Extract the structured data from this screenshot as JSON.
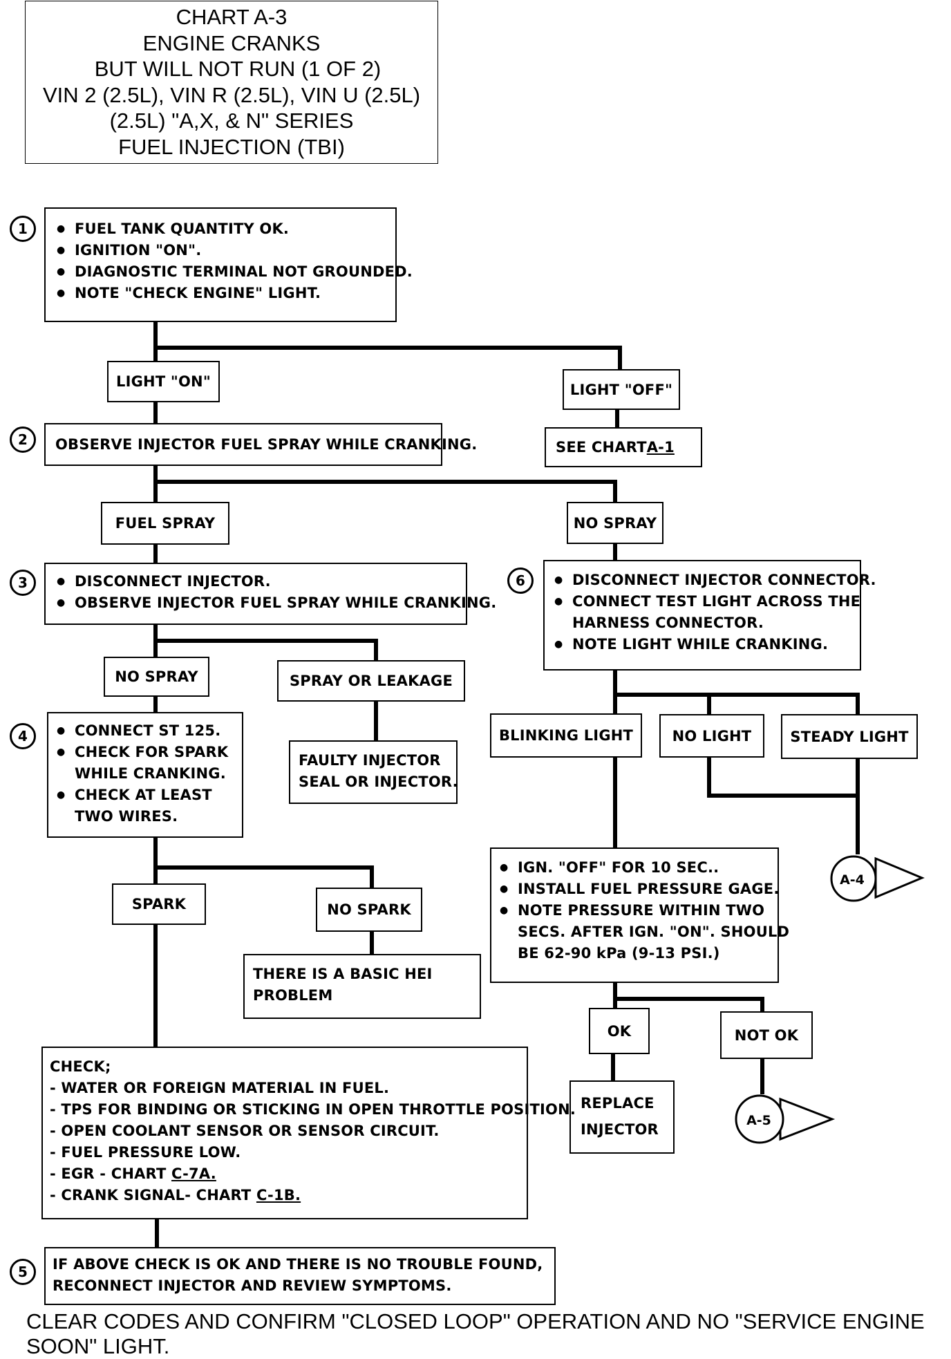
{
  "title": {
    "lines": [
      "CHART A-3",
      "ENGINE CRANKS",
      "BUT WILL NOT RUN (1 OF 2)",
      "VIN 2 (2.5L), VIN R (2.5L), VIN U (2.5L)",
      "(2.5L) \"A,X, & N\" SERIES",
      "FUEL INJECTION (TBI)"
    ]
  },
  "steps": {
    "s1": "1",
    "s2": "2",
    "s3": "3",
    "s4": "4",
    "s5": "5",
    "s6": "6"
  },
  "box1": [
    "FUEL TANK QUANTITY OK.",
    "IGNITION \"ON\".",
    "DIAGNOSTIC TERMINAL NOT GROUNDED.",
    "NOTE \"CHECK ENGINE\" LIGHT."
  ],
  "light_on": "LIGHT \"ON\"",
  "light_off": "LIGHT \"OFF\"",
  "box2": "OBSERVE INJECTOR FUEL SPRAY WHILE CRANKING.",
  "see_chart": {
    "prefix": "SEE CHART ",
    "ref": "A-1"
  },
  "fuel_spray": "FUEL SPRAY",
  "no_spray_right": "NO SPRAY",
  "box3": [
    "DISCONNECT INJECTOR.",
    "OBSERVE INJECTOR FUEL SPRAY WHILE CRANKING."
  ],
  "box6": {
    "b1": "DISCONNECT INJECTOR CONNECTOR.",
    "b2": "CONNECT TEST LIGHT ACROSS THE",
    "b2cont": "HARNESS CONNECTOR.",
    "b3": "NOTE LIGHT WHILE CRANKING."
  },
  "no_spray_left": "NO SPRAY",
  "spray_leakage": "SPRAY OR LEAKAGE",
  "faulty_injector": [
    "FAULTY INJECTOR",
    "SEAL OR INJECTOR."
  ],
  "blinking_light": "BLINKING LIGHT",
  "no_light": "NO LIGHT",
  "steady_light": "STEADY LIGHT",
  "box4": {
    "b1": "CONNECT ST 125.",
    "b2": "CHECK FOR SPARK",
    "b2cont": "WHILE CRANKING.",
    "b3": "CHECK AT LEAST",
    "b3cont": "TWO WIRES."
  },
  "box_ign": {
    "b1": "IGN. \"OFF\" FOR 10 SEC..",
    "b2": "INSTALL FUEL PRESSURE GAGE.",
    "b3": "NOTE PRESSURE WITHIN TWO",
    "b3c1": "SECS. AFTER IGN. \"ON\".  SHOULD",
    "b3c2": "BE 62-90 kPa (9-13 PSI.)"
  },
  "connector_a4": "A-4",
  "spark": "SPARK",
  "no_spark": "NO SPARK",
  "hei_problem": [
    "THERE IS A BASIC HEI",
    "PROBLEM"
  ],
  "ok": "OK",
  "not_ok": "NOT OK",
  "replace_injector": [
    "REPLACE",
    "INJECTOR"
  ],
  "connector_a5": "A-5",
  "check_box": {
    "heading": "CHECK;",
    "l1": "- WATER OR FOREIGN MATERIAL IN FUEL.",
    "l2": "- TPS FOR BINDING OR STICKING IN OPEN THROTTLE  POSITION.",
    "l3": "- OPEN COOLANT  SENSOR OR SENSOR CIRCUIT.",
    "l4": "- FUEL PRESSURE LOW.",
    "l5_prefix": "- EGR - CHART ",
    "l5_ref": "C-7A.",
    "l6_prefix": "- CRANK SIGNAL- CHART ",
    "l6_ref": "C-1B."
  },
  "box5": [
    "IF ABOVE CHECK IS OK AND THERE IS NO TROUBLE FOUND,",
    "RECONNECT INJECTOR AND REVIEW SYMPTOMS."
  ],
  "footer": "CLEAR CODES AND CONFIRM \"CLOSED LOOP\" OPERATION AND NO \"SERVICE ENGINE SOON\" LIGHT."
}
